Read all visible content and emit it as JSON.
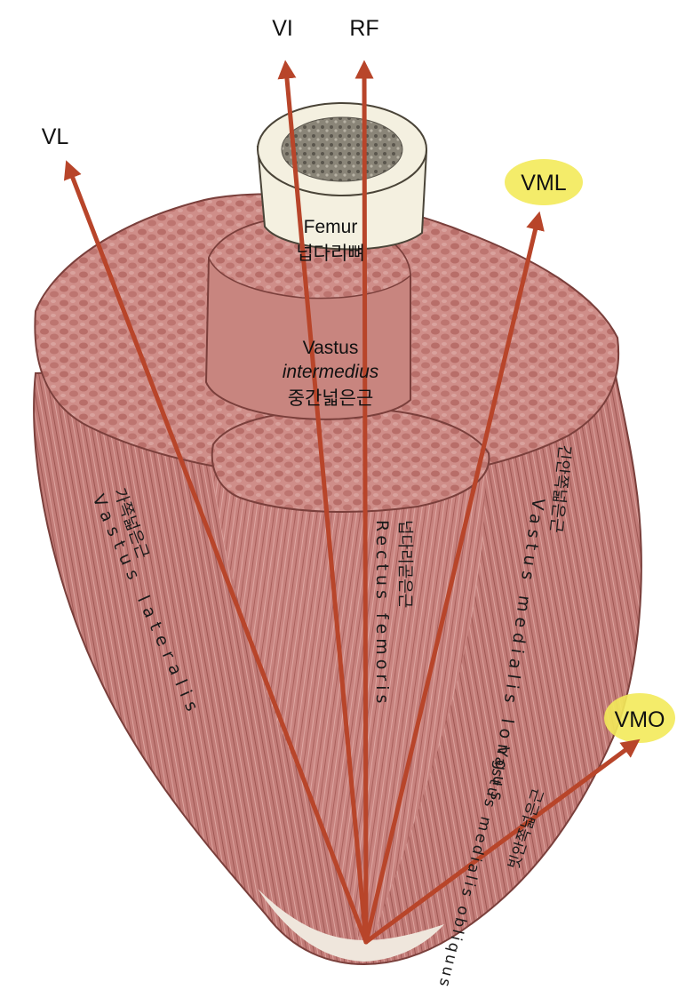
{
  "arrows": {
    "vl": "VL",
    "vi": "VI",
    "rf": "RF",
    "vml": "VML",
    "vmo": "VMO"
  },
  "femur": {
    "en": "Femur",
    "ko": "넙다리뼈"
  },
  "vastus_intermedius": {
    "line1": "Vastus",
    "line2": "intermedius",
    "ko": "중간넓은근"
  },
  "muscles": {
    "vastus_lateralis": {
      "en": "Vastus lateralis",
      "ko": "가쪽넓은근"
    },
    "rectus_femoris": {
      "en": "Rectus femoris",
      "ko": "넙다리곧은근"
    },
    "vastus_medialis_longus": {
      "en": "Vastus medialis longus",
      "ko": "긴안쪽넓은근"
    },
    "vastus_medialis_obliquus": {
      "en": "Vastus medialis obliquus",
      "ko": "빗안쪽넓은근"
    }
  },
  "colors": {
    "arrow": "#b8452a",
    "muscle": "#c98a86",
    "muscle_dark": "#a8605c",
    "bone": "#f4f0e0",
    "highlight": "#f3ea5a"
  }
}
